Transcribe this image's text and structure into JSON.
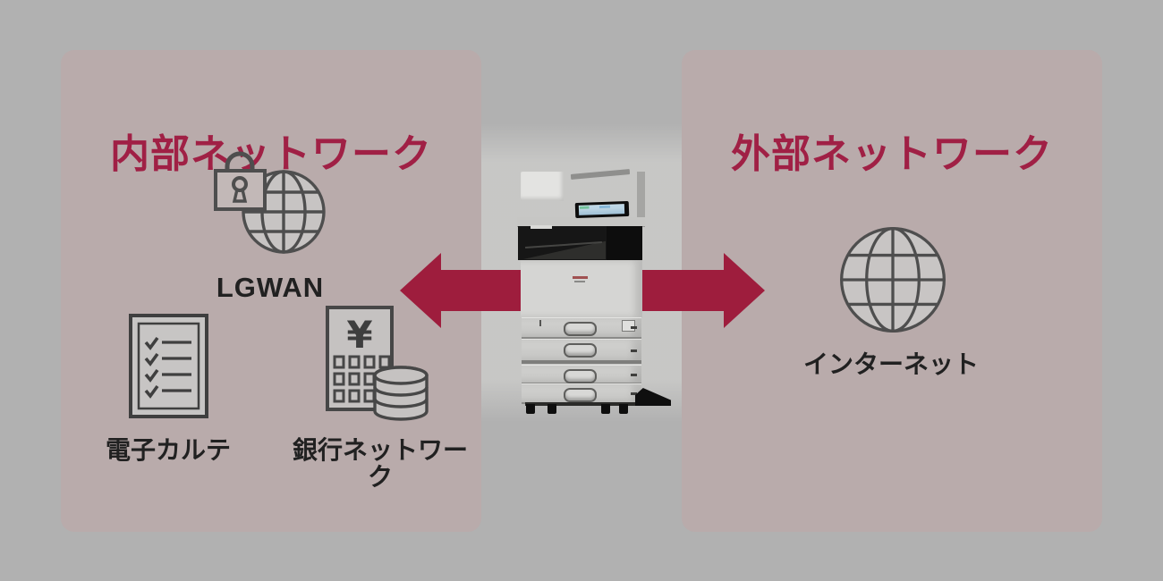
{
  "diagram": {
    "internal_panel": {
      "title": "内部ネットワーク",
      "items": [
        {
          "icon": "lock-globe-icon",
          "label": "LGWAN"
        },
        {
          "icon": "checklist-document-icon",
          "label": "電子カルテ"
        },
        {
          "icon": "bank-database-icon",
          "label": "銀行ネットワーク"
        }
      ]
    },
    "external_panel": {
      "title": "外部ネットワーク",
      "items": [
        {
          "icon": "globe-icon",
          "label": "インターネット"
        }
      ]
    },
    "center_device": "multifunction-printer",
    "connection": "bidirectional-arrow",
    "colors": {
      "background": "#b1b1b1",
      "panel": "#b9abab",
      "title_accent": "#a02045",
      "arrow": "#9e1d3d",
      "label_text": "#212121",
      "icon_stroke": "#4e4e4e",
      "icon_fill": "#c7c4c3"
    }
  }
}
